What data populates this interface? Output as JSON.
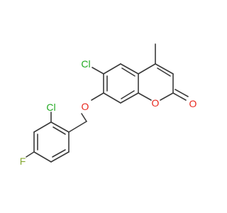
{
  "molecule": {
    "atoms": {
      "cl_top": {
        "symbol": "Cl",
        "color": "#22aa22"
      },
      "cl_left": {
        "symbol": "Cl",
        "color": "#22aa22"
      },
      "o_ether": {
        "symbol": "O",
        "color": "#e8281e"
      },
      "o_ring": {
        "symbol": "O",
        "color": "#e8281e"
      },
      "o_carbonyl": {
        "symbol": "O",
        "color": "#e8281e"
      },
      "f": {
        "symbol": "F",
        "color": "#86a832"
      }
    },
    "bond_color": "#3a3a3a"
  }
}
